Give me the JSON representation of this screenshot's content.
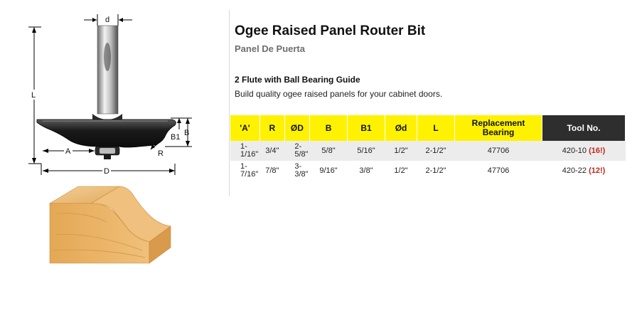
{
  "product": {
    "title": "Ogee Raised Panel Router Bit",
    "subtitle": "Panel De Puerta",
    "feature_heading": "2 Flute with Ball Bearing Guide",
    "feature_description": "Build quality ogee raised panels for your cabinet doors."
  },
  "diagram": {
    "labels": {
      "d": "d",
      "L": "L",
      "A": "A",
      "D": "D",
      "B": "B",
      "B1": "B1",
      "R": "R"
    }
  },
  "colors": {
    "header_yellow": "#fff200",
    "header_dark": "#2e2e2e",
    "stock_red": "#c0281e",
    "row_shade": "#ececec"
  },
  "table": {
    "headers": {
      "a": "'A'",
      "r": "R",
      "od_big": "ØD",
      "b": "B",
      "b1": "B1",
      "od_small": "Ød",
      "l": "L",
      "bearing_line1": "Replacement",
      "bearing_line2": "Bearing",
      "tool": "Tool No."
    },
    "rows": [
      {
        "a_line1": "1-",
        "a_line2": "1/16\"",
        "r": "3/4\"",
        "od_line1": "2-",
        "od_line2": "5/8\"",
        "b": "5/8\"",
        "b1": "5/16\"",
        "od_small": "1/2\"",
        "l": "2-1/2\"",
        "bearing": "47706",
        "tool_no": "420-10",
        "stock": "(16!)"
      },
      {
        "a_line1": "1-",
        "a_line2": "7/16\"",
        "r": "7/8\"",
        "od_line1": "3-",
        "od_line2": "3/8\"",
        "b": "9/16\"",
        "b1": "3/8\"",
        "od_small": "1/2\"",
        "l": "2-1/2\"",
        "bearing": "47706",
        "tool_no": "420-22",
        "stock": "(12!)"
      }
    ]
  }
}
